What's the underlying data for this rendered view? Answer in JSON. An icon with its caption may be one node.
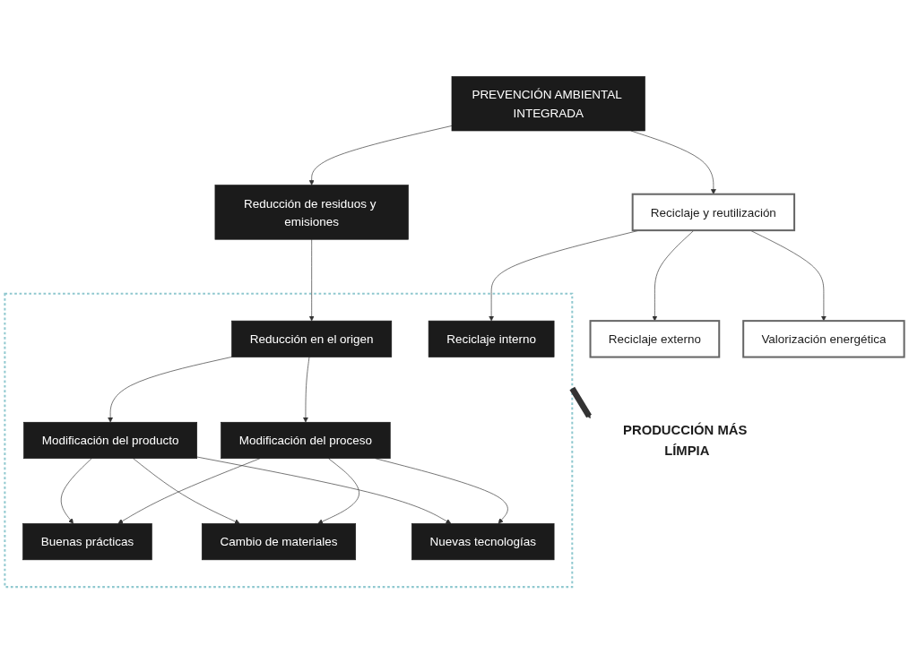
{
  "diagram": {
    "nodes": [
      {
        "text": [
          "PREVENCIÓN AMBIENTAL INTEGRADA"
        ]
      },
      {
        "text": [
          "Reducción de residuos y emisiones"
        ]
      },
      {
        "text": [
          "Reciclaje y reutilización"
        ]
      },
      {
        "text": [],
        "shape": "box"
      },
      {
        "text": [
          "Reducción en el origen"
        ],
        "in": 3
      },
      {
        "text": [
          "Reciclaje interno"
        ],
        "in": 3
      },
      {
        "text": [
          "Reciclaje externo"
        ]
      },
      {
        "text": [
          "Valorización energética"
        ]
      },
      {
        "text": [
          "Modificación del producto"
        ],
        "in": 3
      },
      {
        "text": [
          "Modificación del proceso"
        ],
        "in": 3
      },
      {
        "text": [
          "PRODUCCIÓN MÁS LÍMPIA"
        ]
      },
      {
        "text": [
          "Buenas prácticas"
        ],
        "in": 3
      },
      {
        "text": [
          "Cambio de materiales"
        ],
        "in": 3
      },
      {
        "text": [
          "Nuevas tecnologías"
        ],
        "in": 3
      }
    ],
    "edges": [
      {
        "from": 0,
        "to": 1,
        "arrow": "to"
      },
      {
        "from": 0,
        "to": 2,
        "arrow": "to"
      },
      {
        "from": 1,
        "to": 4,
        "arrow": "to"
      },
      {
        "from": 2,
        "to": 5,
        "arrow": "to"
      },
      {
        "from": 2,
        "to": 6,
        "arrow": "to"
      },
      {
        "from": 2,
        "to": 7,
        "arrow": "to"
      },
      {
        "from": 4,
        "to": 8,
        "arrow": "to"
      },
      {
        "from": 4,
        "to": 9,
        "arrow": "to"
      },
      {
        "from": 8,
        "to": 11,
        "arrow": "to"
      },
      {
        "from": 8,
        "to": 12,
        "arrow": "to"
      },
      {
        "from": 8,
        "to": 13,
        "arrow": "to"
      },
      {
        "from": 9,
        "to": 11,
        "arrow": "to"
      },
      {
        "from": 9,
        "to": 12,
        "arrow": "to"
      },
      {
        "from": 9,
        "to": 13,
        "arrow": "to"
      },
      {
        "from": 3,
        "to": 10,
        "arrow": "to",
        "style": "thick"
      }
    ]
  }
}
